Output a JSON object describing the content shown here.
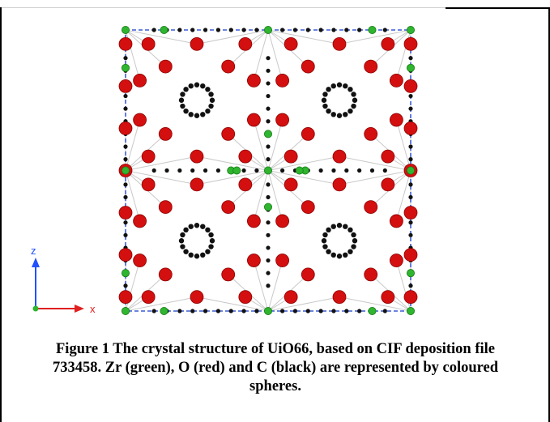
{
  "figure": {
    "caption": "Figure 1 The crystal structure of UiO66, based on CIF deposition file 733458. Zr (green), O (red) and C (black) are represented by coloured spheres.",
    "axes": {
      "vertical_label": "z",
      "horizontal_label": "x"
    },
    "legend_colors": {
      "Zr": "#2fb52f",
      "O": "#d40f0f",
      "C": "#111111",
      "cell_edge": "#3b5bd6",
      "bond": "#c9c9c9"
    }
  }
}
